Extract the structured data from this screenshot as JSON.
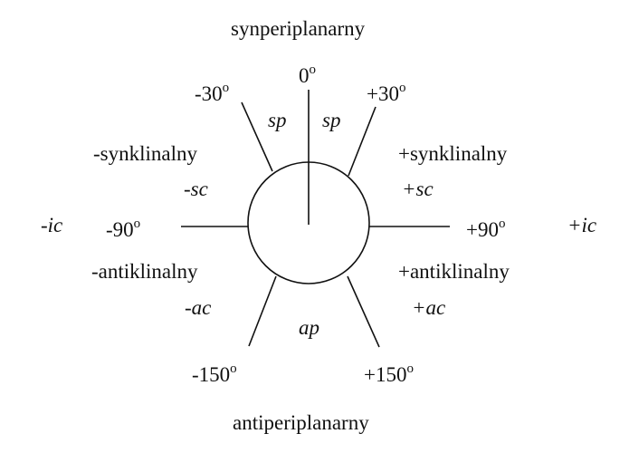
{
  "title_top": "synperiplanarny",
  "title_bottom": "antiperiplanarny",
  "angles": {
    "a0": "0",
    "am30": "-30",
    "ap30": "+30",
    "am90": "-90",
    "ap90": "+90",
    "am150": "-150",
    "ap150": "+150",
    "degree": "o"
  },
  "regions": {
    "sc_minus": "-synklinalny",
    "sc_plus": "+synklinalny",
    "ac_minus": "-antiklinalny",
    "ac_plus": "+antiklinalny"
  },
  "abbr": {
    "sp_left": "sp",
    "sp_right": "sp",
    "sc_minus": "-sc",
    "sc_plus": "+sc",
    "ic_minus": "-ic",
    "ic_plus": "+ic",
    "ac_minus": "-ac",
    "ac_plus": "+ac",
    "ap": "ap"
  }
}
